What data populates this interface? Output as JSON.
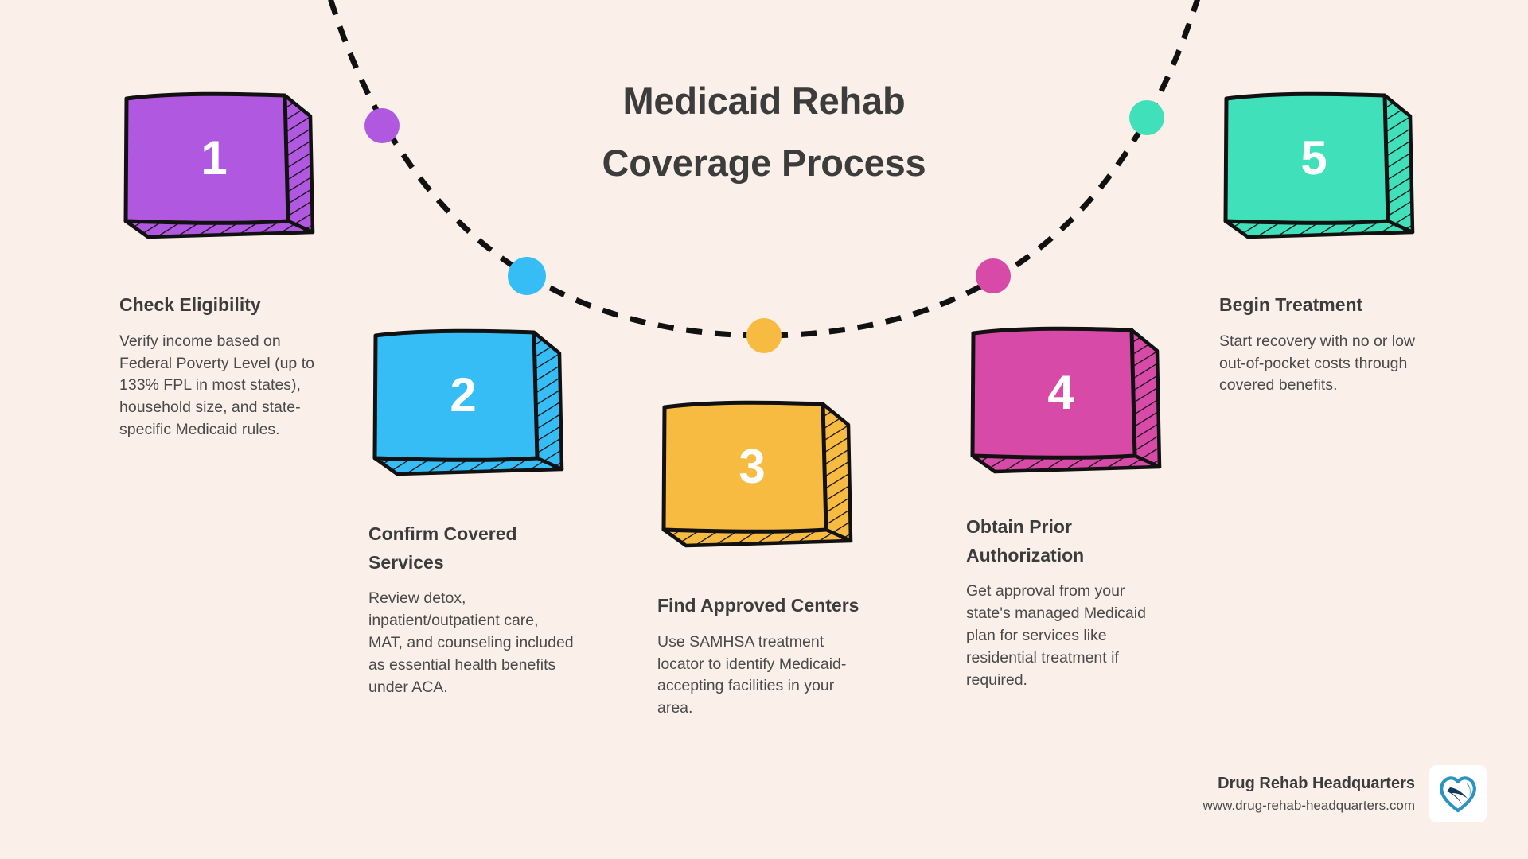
{
  "page": {
    "background_color": "#faf0e9",
    "text_color": "#3c3c3c",
    "body_text_color": "#4a4a4a"
  },
  "title": {
    "line1": "Medicaid Rehab",
    "line2": "Coverage Process"
  },
  "steps": [
    {
      "number": "1",
      "title": "Check Eligibility",
      "description": "Verify income based on Federal Poverty Level (up to 133% FPL in most states), household size, and state-specific Medicaid rules.",
      "color": "#b158e0",
      "dot_color": "#b158e0"
    },
    {
      "number": "2",
      "title": "Confirm Covered Services",
      "description": "Review detox, inpatient/outpatient care, MAT, and counseling included as essential health benefits under ACA.",
      "color": "#37bdf5",
      "dot_color": "#37bdf5"
    },
    {
      "number": "3",
      "title": "Find Approved Centers",
      "description": "Use SAMHSA treatment locator to identify Medicaid-accepting facilities in your area.",
      "color": "#f8bb42",
      "dot_color": "#f8bb42"
    },
    {
      "number": "4",
      "title": "Obtain Prior Authorization",
      "description": "Get approval from your state's managed Medicaid plan for services like residential treatment if required.",
      "color": "#d84aa8",
      "dot_color": "#d84aa8"
    },
    {
      "number": "5",
      "title": "Begin Treatment",
      "description": "Start recovery with no or low out-of-pocket costs through covered benefits.",
      "color": "#40e0bb",
      "dot_color": "#40e0bb"
    }
  ],
  "footer": {
    "brand_name": "Drug Rehab Headquarters",
    "url": "www.drug-rehab-headquarters.com",
    "logo_icon": "heart-swoosh-logo-icon",
    "logo_color": "#1a7fa8"
  },
  "decor": {
    "arc_style": "dashed",
    "arc_color": "#111111"
  }
}
